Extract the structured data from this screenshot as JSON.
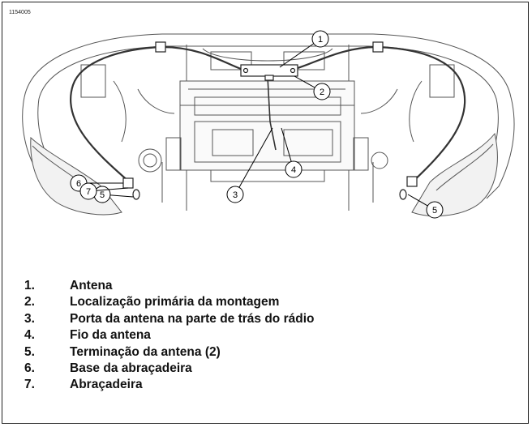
{
  "figure_id": "1154005",
  "callouts": [
    "1",
    "2",
    "3",
    "4",
    "5",
    "5",
    "6",
    "7"
  ],
  "legend": [
    {
      "num": "1.",
      "text": "Antena"
    },
    {
      "num": "2.",
      "text": "Localização primária da montagem"
    },
    {
      "num": "3.",
      "text": "Porta da antena na parte de trás do rádio"
    },
    {
      "num": "4.",
      "text": "Fio da antena"
    },
    {
      "num": "5.",
      "text": "Terminação da antena (2)"
    },
    {
      "num": "6.",
      "text": "Base da abraçadeira"
    },
    {
      "num": "7.",
      "text": "Abraçadeira"
    }
  ]
}
